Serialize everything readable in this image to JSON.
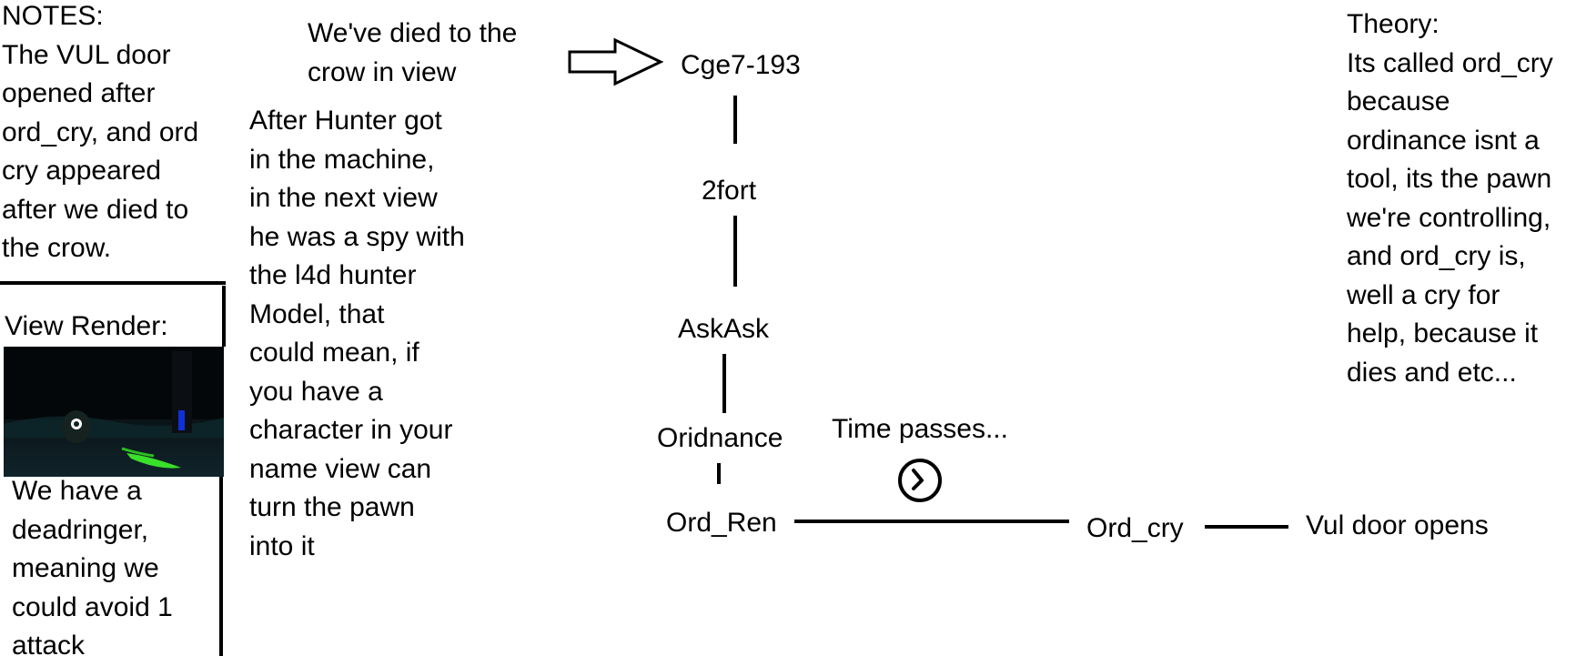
{
  "notes": {
    "text": "NOTES:\nThe VUL door\nopened after\nord_cry, and ord\ncry appeared\nafter we died to\nthe crow."
  },
  "died_note": {
    "text": "We've died to the\ncrow in view"
  },
  "hunter_note": {
    "text": "After Hunter got\nin the machine,\nin the next view\nhe was a spy with\nthe l4d hunter\nModel, that\ncould mean, if\nyou have a\ncharacter in your\nname view can\nturn the pawn\ninto it"
  },
  "view_render": {
    "label": "View Render:",
    "caption": "We have a\ndeadringer,\nmeaning we\ncould avoid 1\nattack"
  },
  "theory": {
    "text": "Theory:\nIts called ord_cry\nbecause\nordinance isnt a\ntool, its the pawn\nwe're controlling,\nand ord_cry is,\nwell a cry for\nhelp, because it\ndies and etc..."
  },
  "flow": {
    "nodes": [
      "Cge7-193",
      "2fort",
      "AskAsk",
      "Oridnance",
      "Ord_Ren",
      "Ord_cry",
      "Vul door opens"
    ],
    "time_label": "Time passes...",
    "clock_icon": "clock-icon",
    "arrow_icon": "hollow-right-arrow-icon"
  }
}
